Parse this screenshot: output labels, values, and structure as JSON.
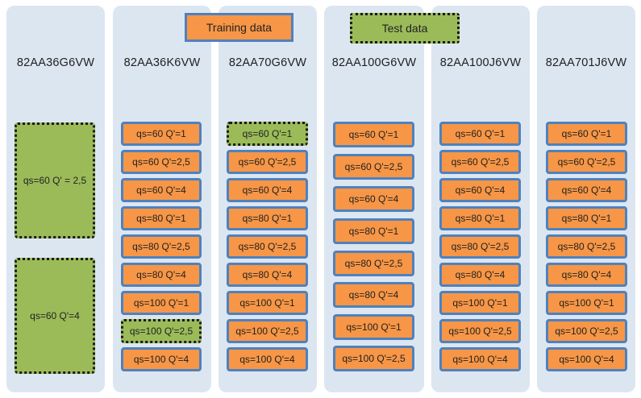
{
  "legend": {
    "training": "Training data",
    "test": "Test data"
  },
  "columns": [
    {
      "title": "82AA36G6VW",
      "items": [
        {
          "label": "qs=60 Q' = 2,5",
          "type": "test"
        },
        {
          "label": "qs=60 Q'=4",
          "type": "test"
        }
      ]
    },
    {
      "title": "82AA36K6VW",
      "items": [
        {
          "label": "qs=60 Q'=1",
          "type": "train"
        },
        {
          "label": "qs=60 Q'=2,5",
          "type": "train"
        },
        {
          "label": "qs=60 Q'=4",
          "type": "train"
        },
        {
          "label": "qs=80 Q'=1",
          "type": "train"
        },
        {
          "label": "qs=80 Q'=2,5",
          "type": "train"
        },
        {
          "label": "qs=80 Q'=4",
          "type": "train"
        },
        {
          "label": "qs=100 Q'=1",
          "type": "train"
        },
        {
          "label": "qs=100 Q'=2,5",
          "type": "test"
        },
        {
          "label": "qs=100 Q'=4",
          "type": "train"
        }
      ]
    },
    {
      "title": "82AA70G6VW",
      "items": [
        {
          "label": "qs=60 Q'=1",
          "type": "test"
        },
        {
          "label": "qs=60 Q'=2,5",
          "type": "train"
        },
        {
          "label": "qs=60 Q'=4",
          "type": "train"
        },
        {
          "label": "qs=80 Q'=1",
          "type": "train"
        },
        {
          "label": "qs=80 Q'=2,5",
          "type": "train"
        },
        {
          "label": "qs=80 Q'=4",
          "type": "train"
        },
        {
          "label": "qs=100 Q'=1",
          "type": "train"
        },
        {
          "label": "qs=100 Q'=2,5",
          "type": "train"
        },
        {
          "label": "qs=100 Q'=4",
          "type": "train"
        }
      ]
    },
    {
      "title": "82AA100G6VW",
      "items": [
        {
          "label": "qs=60 Q'=1",
          "type": "train"
        },
        {
          "label": "qs=60 Q'=2,5",
          "type": "train"
        },
        {
          "label": "qs=60 Q'=4",
          "type": "train"
        },
        {
          "label": "qs=80 Q'=1",
          "type": "train"
        },
        {
          "label": "qs=80 Q'=2,5",
          "type": "train"
        },
        {
          "label": "qs=80 Q'=4",
          "type": "train"
        },
        {
          "label": "qs=100 Q'=1",
          "type": "train"
        },
        {
          "label": "qs=100 Q'=2,5",
          "type": "train"
        }
      ]
    },
    {
      "title": "82AA100J6VW",
      "items": [
        {
          "label": "qs=60 Q'=1",
          "type": "train"
        },
        {
          "label": "qs=60 Q'=2,5",
          "type": "train"
        },
        {
          "label": "qs=60 Q'=4",
          "type": "train"
        },
        {
          "label": "qs=80 Q'=1",
          "type": "train"
        },
        {
          "label": "qs=80 Q'=2,5",
          "type": "train"
        },
        {
          "label": "qs=80 Q'=4",
          "type": "train"
        },
        {
          "label": "qs=100 Q'=1",
          "type": "train"
        },
        {
          "label": "qs=100 Q'=2,5",
          "type": "train"
        },
        {
          "label": "qs=100 Q'=4",
          "type": "train"
        }
      ]
    },
    {
      "title": "82AA701J6VW",
      "items": [
        {
          "label": "qs=60 Q'=1",
          "type": "train"
        },
        {
          "label": "qs=60 Q'=2,5",
          "type": "train"
        },
        {
          "label": "qs=60 Q'=4",
          "type": "train"
        },
        {
          "label": "qs=80 Q'=1",
          "type": "train"
        },
        {
          "label": "qs=80 Q'=2,5",
          "type": "train"
        },
        {
          "label": "qs=80 Q'=4",
          "type": "train"
        },
        {
          "label": "qs=100 Q'=1",
          "type": "train"
        },
        {
          "label": "qs=100 Q'=2,5",
          "type": "train"
        },
        {
          "label": "qs=100 Q'=4",
          "type": "train"
        }
      ]
    }
  ]
}
